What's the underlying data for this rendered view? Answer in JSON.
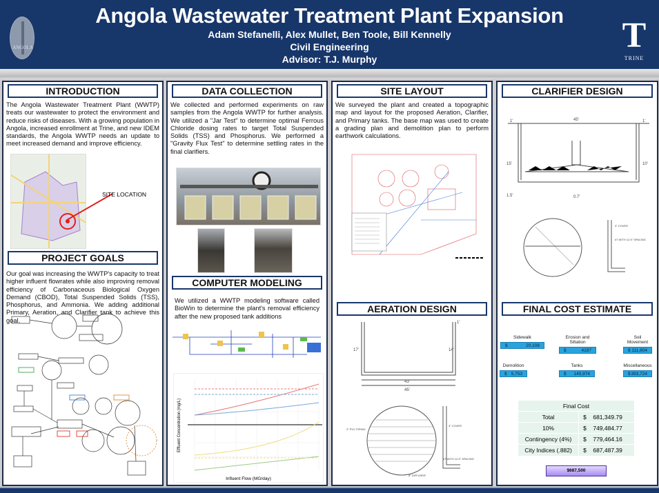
{
  "header": {
    "title": "Angola Wastewater Treatment Plant Expansion",
    "authors": "Adam Stefanelli, Alex Mullet, Ben Toole, Bill Kennelly",
    "department": "Civil Engineering",
    "advisor": "Advisor: T.J. Murphy",
    "left_logo_text": "ANGOLA",
    "right_logo_letter": "T",
    "right_logo_text": "TRINE"
  },
  "introduction": {
    "title": "INTRODUCTION",
    "text": "The Angola Wastewater Treatment Plant (WWTP) treats our wastewater to protect the environment and reduce risks of diseases. With a growing population in Angola, increased enrollment at Trine, and new IDEM standards, the Angola WWTP needs an update to meet increased demand and improve efficiency.",
    "map_label": "SITE LOCATION"
  },
  "project_goals": {
    "title": "PROJECT GOALS",
    "text": "Our goal was increasing the WWTP's capacity to treat higher influent flowrates while also improving removal efficiency of Carbonaceous Biological Oxygen Demand (CBOD), Total Suspended Solids (TSS), Phosphorus, and Ammonia. We adding additional Primary, Aeration, and Clarifier tank to achieve this goal."
  },
  "data_collection": {
    "title": "DATA COLLECTION",
    "text": "We collected and performed experiments on raw samples from the Angola WWTP for further analysis. We utilized a \"Jar Test\" to determine optimal Ferrous Chloride dosing rates to target Total Suspended Solids (TSS) and Phosphorus. We performed a \"Gravity Flux Test\" to determine settling rates in the final clarifiers."
  },
  "computer_modeling": {
    "title": "COMPUTER MODELING",
    "text": "We utilized a WWTP modeling software called BioWin to determine the plant's removal efficiency after the new proposed tank additions",
    "chart_ylabel": "Effluent Concentration (mg/L)",
    "chart_xlabel": "Influent Flow (MG/day)"
  },
  "site_layout": {
    "title": "SITE LAYOUT",
    "text": "We surveyed the plant and created a topographic map and layout for the proposed Aeration, Clarifier, and Primary tanks. The base map was used to create a grading plan and demolition plan to perform earthwork calculations."
  },
  "aeration_design": {
    "title": "AERATION DESIGN",
    "dims": [
      "1'",
      "17'",
      "14'",
      "43'",
      "45'"
    ],
    "notes": [
      "3\" COVER",
      "3\" PVC PIPING",
      "#7 WITH 12.5\" SPACING",
      "8\" DIFFUSER"
    ]
  },
  "clarifier_design": {
    "title": "CLARIFIER DESIGN",
    "dims": [
      "1'",
      "45'",
      "1'",
      "15'",
      "10'",
      "1.5'",
      "0.7'"
    ],
    "notes": [
      "3\" COVER",
      "#7 WITH 12.5\" SPACING"
    ]
  },
  "cost_estimate": {
    "title": "FINAL COST ESTIMATE",
    "currency": "$",
    "items": [
      {
        "label": "Sidewalk",
        "value": "20,108"
      },
      {
        "label": "Erosion and Siltation",
        "value": "4187"
      },
      {
        "label": "Soil Movement",
        "value": "111,604"
      },
      {
        "label": "Demolition",
        "value": "5,753"
      },
      {
        "label": "Tanks",
        "value": "145,974"
      },
      {
        "label": "Miscellaneous",
        "value": "393,724"
      }
    ],
    "table_title": "Final Cost",
    "rows": [
      {
        "label": "Total",
        "value": "681,349.79"
      },
      {
        "label": "10%",
        "value": "749,484.77"
      },
      {
        "label": "Contingency (4%)",
        "value": "779,464.16"
      },
      {
        "label": "City Indices (.882)",
        "value": "687,487.39"
      }
    ],
    "final": "$687,500",
    "item_color": "#29a3df"
  }
}
